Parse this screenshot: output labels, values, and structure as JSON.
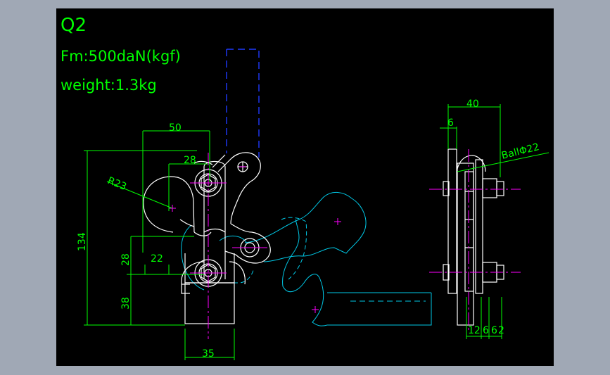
{
  "header": {
    "model": "Q2",
    "force": "Fm:500daN(kgf)",
    "weight": "weight:1.3kg"
  },
  "front_view": {
    "dim_width_top": "50",
    "dim_inner_top": "28",
    "dim_radius": "R23",
    "dim_height_total": "134",
    "dim_mid_height": "28",
    "dim_mid_offset": "22",
    "dim_base_height": "38",
    "dim_base_width": "35"
  },
  "side_view": {
    "dim_total_width": "40",
    "dim_offset": "6",
    "ball_label": "BallΦ22",
    "dim_bottom_a": "12",
    "dim_bottom_b": "6",
    "dim_bottom_c": "6",
    "dim_bottom_d": "2"
  },
  "colors": {
    "background": "#000000",
    "frame": "#a0a8b5",
    "outline": "#ffffff",
    "dimension": "#00ff00",
    "phantom": "#00c8e6",
    "centerline": "#ff00ff",
    "handle": "#1f3bff"
  }
}
